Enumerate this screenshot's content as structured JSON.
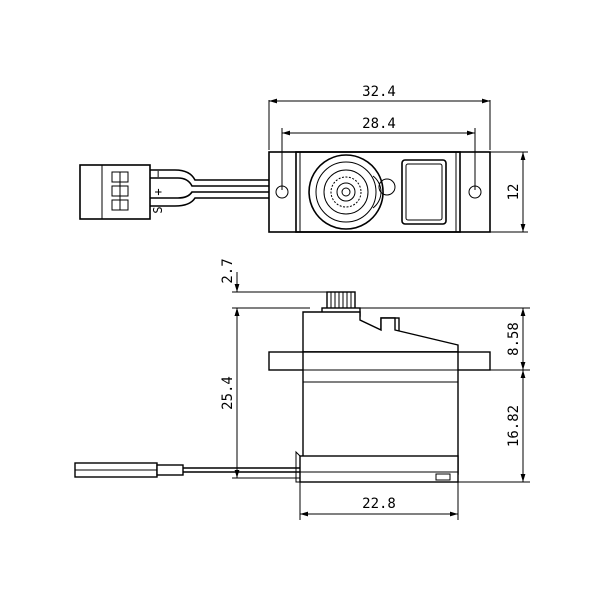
{
  "top_view": {
    "dimensions": {
      "overall_width": "32.4",
      "mount_hole_spacing": "28.4",
      "height": "12"
    },
    "connector_pins": {
      "signal": "S",
      "positive": "+",
      "negative": "−"
    }
  },
  "side_view": {
    "dimensions": {
      "spline_height": "2.7",
      "total_height": "25.4",
      "top_section": "8.58",
      "lower_section": "16.82",
      "body_width": "22.8"
    }
  }
}
